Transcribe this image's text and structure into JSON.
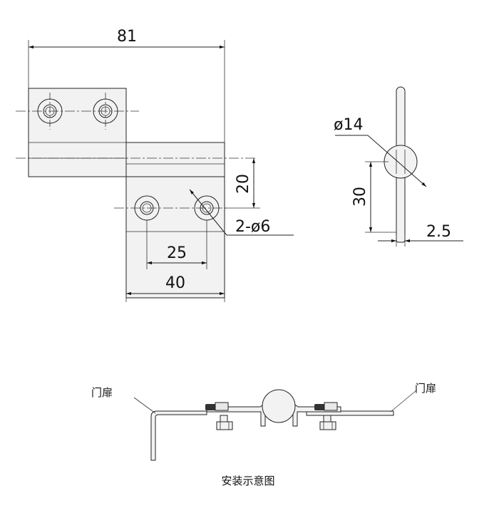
{
  "diagram": {
    "dims": {
      "total_width": "81",
      "pin_height": "20",
      "hole_callout": "2-ø6",
      "hole_spacing": "25",
      "leaf_width": "40",
      "knuckle_diameter": "ø14",
      "knuckle_offset": "30",
      "thickness": "2.5"
    },
    "install": {
      "left_label": "门扉",
      "right_label": "门扉",
      "caption": "安装示意图"
    }
  }
}
